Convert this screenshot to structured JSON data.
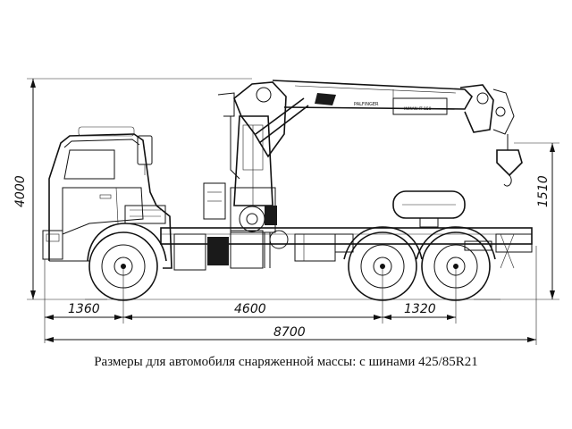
{
  "dimensions": {
    "overall_height": "4000",
    "hook_height": "1510",
    "front_overhang": "1360",
    "wheelbase": "4600",
    "axle_spacing": "1320",
    "overall_length": "8700"
  },
  "crane_boom_labels": {
    "brand": "PALFINGER",
    "model": "INMAN IT 150"
  },
  "caption": "Размеры для автомобиля снаряженной массы: с шинами 425/85R21"
}
